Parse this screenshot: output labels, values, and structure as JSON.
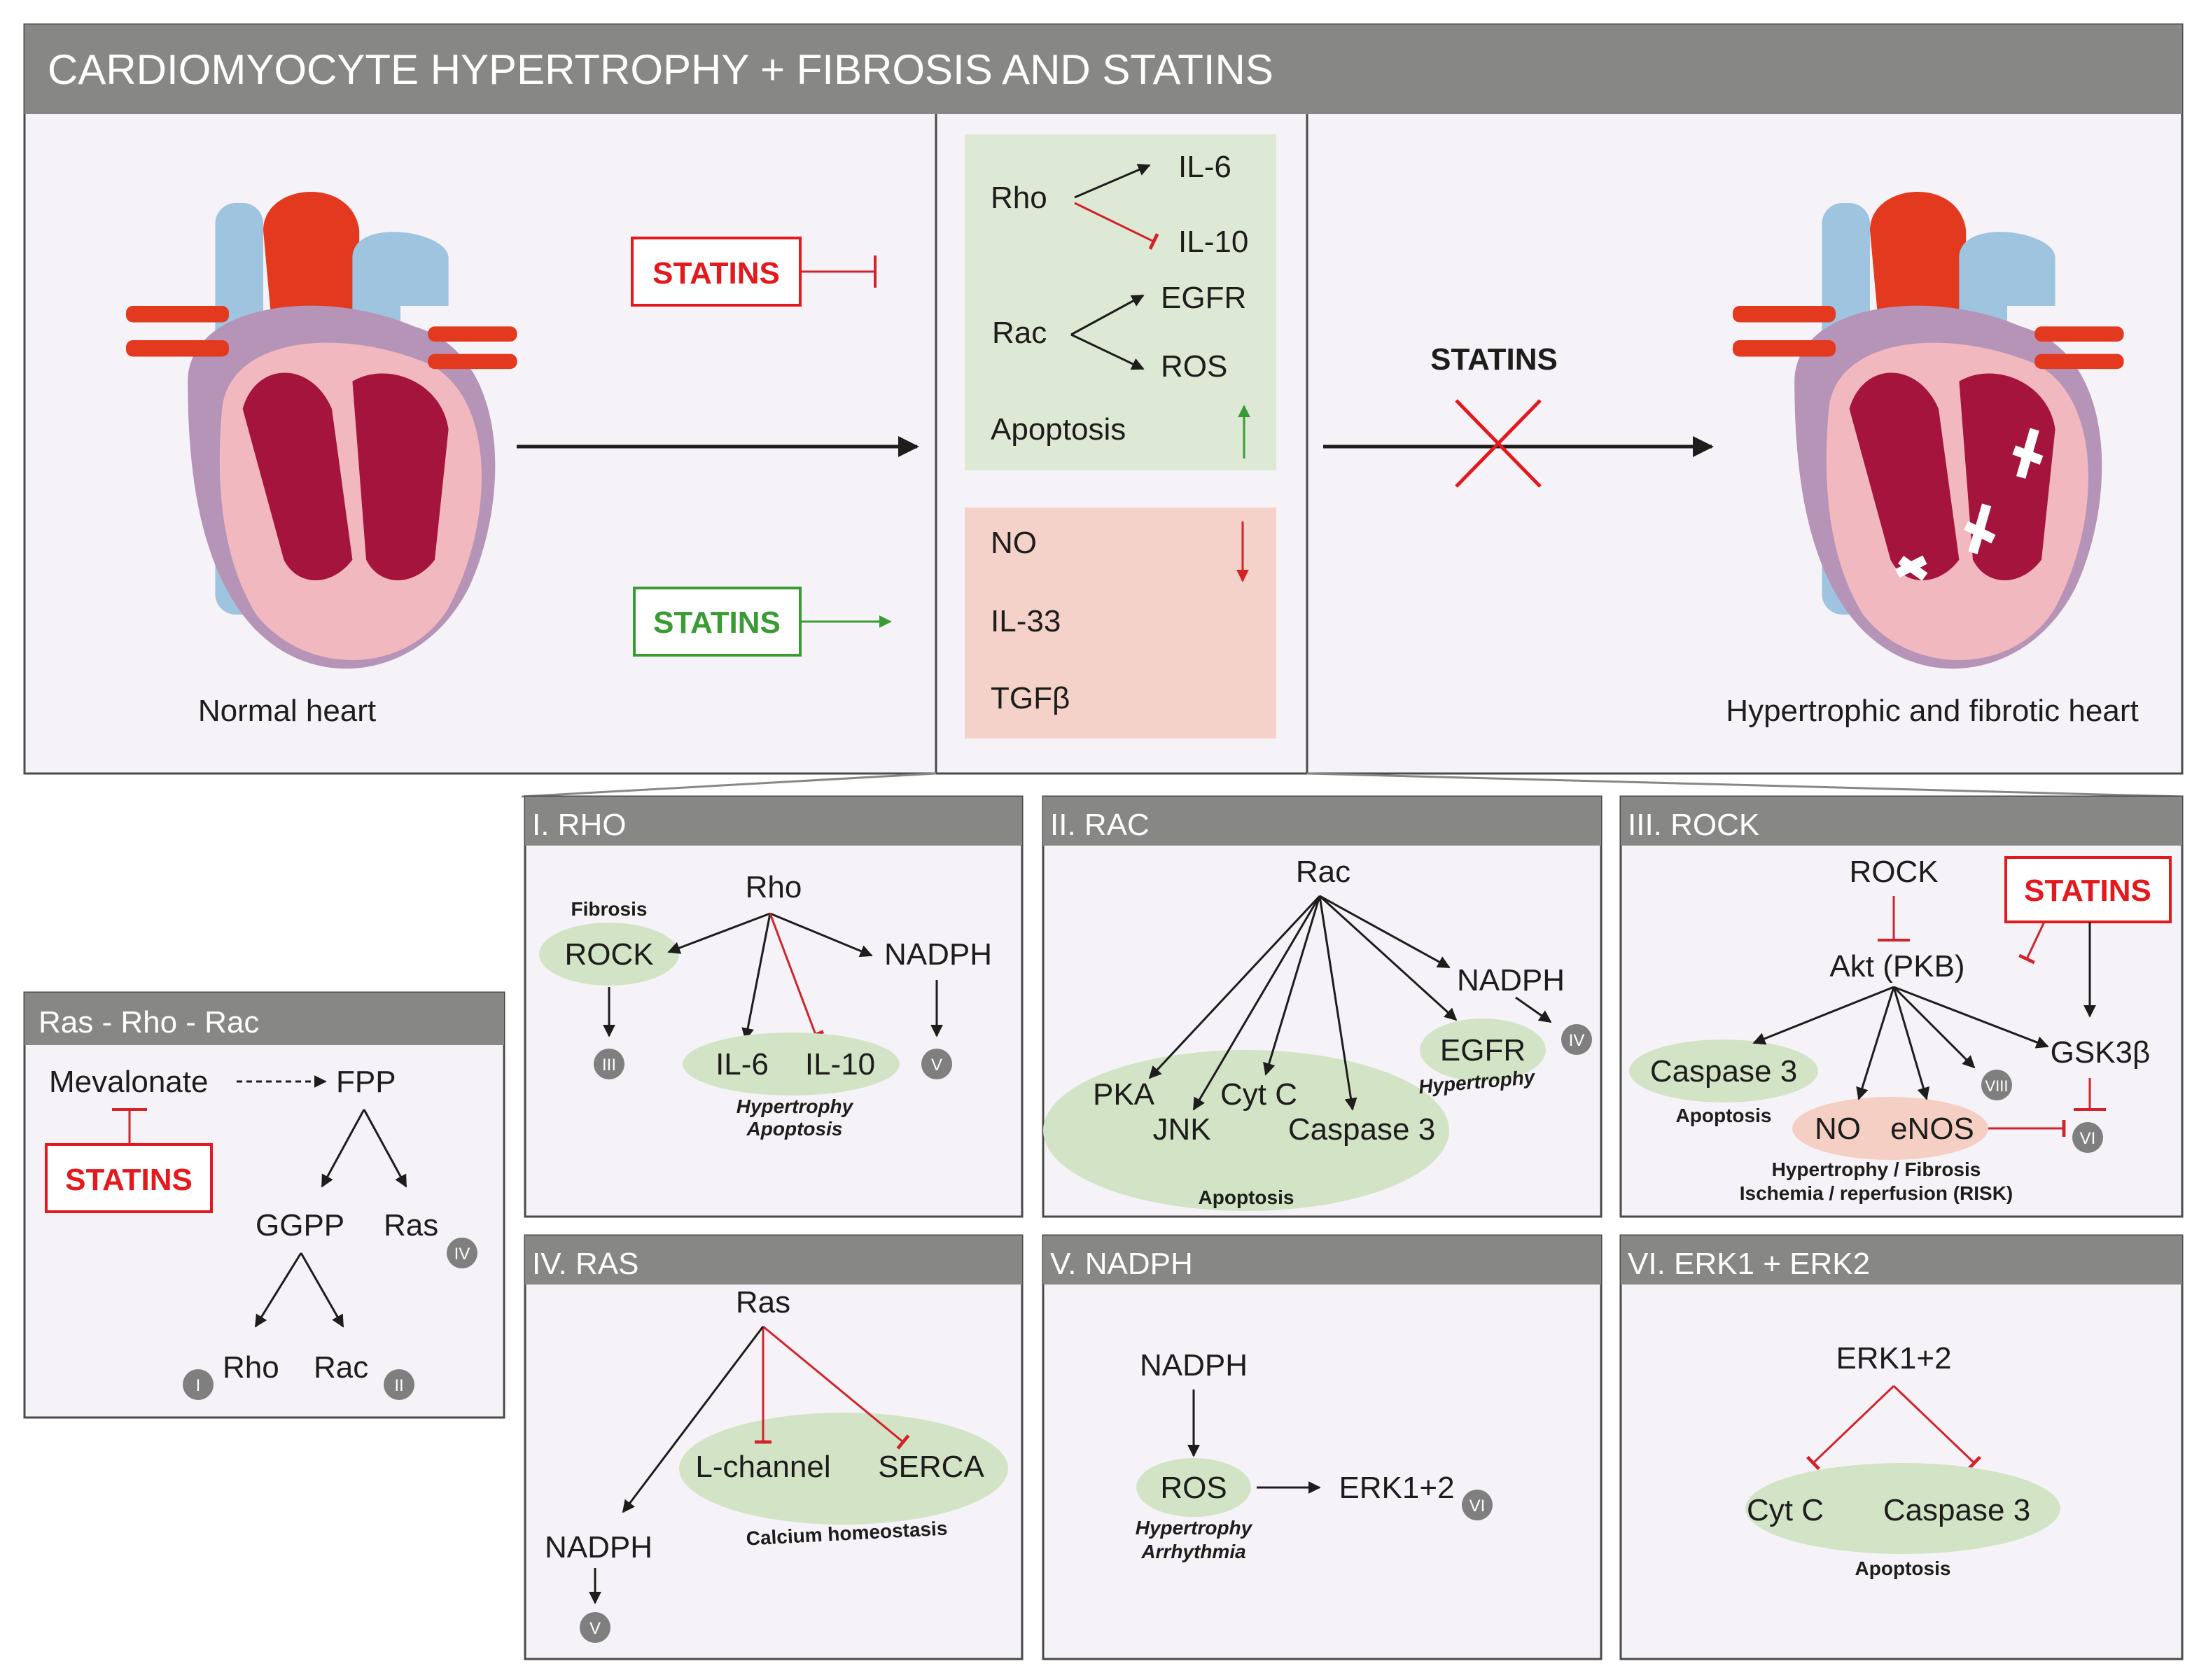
{
  "title": "CARDIOMYOCYTE HYPERTROPHY + FIBROSIS AND STATINS",
  "colors": {
    "header": "#878786",
    "panel_bg": "#f6f3f8",
    "green_box": "#dde9d5",
    "red_box": "#f5d2c9",
    "ellipse_green": "#d3e4c6",
    "ellipse_red": "#f5cfc4",
    "statins_red": "#e3191d",
    "statins_green": "#3a9b35",
    "inhibit_red": "#d2232a",
    "badge": "#7f7f7f"
  },
  "top": {
    "normal_heart": "Normal heart",
    "fibrotic_heart": "Hypertrophic and fibrotic heart",
    "statins_inhibit": "STATINS",
    "statins_activate": "STATINS",
    "statins_center": "STATINS",
    "green_box": {
      "rho": "Rho",
      "il6": "IL-6",
      "il10": "IL-10",
      "rac": "Rac",
      "egfr": "EGFR",
      "ros": "ROS",
      "apoptosis": "Apoptosis"
    },
    "red_box": {
      "no": "NO",
      "il33": "IL-33",
      "tgfb": "TGFβ"
    }
  },
  "ras_rho_rac": {
    "title": "Ras - Rho - Rac",
    "mevalonate": "Mevalonate",
    "fpp": "FPP",
    "statins": "STATINS",
    "ggpp": "GGPP",
    "ras": "Ras",
    "rho": "Rho",
    "rac": "Rac",
    "badge_ras": "IV",
    "badge_rho": "I",
    "badge_rac": "II"
  },
  "rho_panel": {
    "title": "I. RHO",
    "rho": "Rho",
    "fibrosis": "Fibrosis",
    "rock": "ROCK",
    "nadph": "NADPH",
    "il6": "IL-6",
    "il10": "IL-10",
    "hypertrophy": "Hypertrophy",
    "apoptosis": "Apoptosis",
    "badge_rock": "III",
    "badge_nadph": "V"
  },
  "rac_panel": {
    "title": "II. RAC",
    "rac": "Rac",
    "nadph": "NADPH",
    "egfr": "EGFR",
    "hypertrophy": "Hypertrophy",
    "pka": "PKA",
    "cytc": "Cyt C",
    "jnk": "JNK",
    "caspase3": "Caspase 3",
    "apoptosis": "Apoptosis",
    "badge_nadph": "IV"
  },
  "rock_panel": {
    "title": "III. ROCK",
    "rock": "ROCK",
    "statins": "STATINS",
    "akt": "Akt (PKB)",
    "caspase3": "Caspase 3",
    "apoptosis": "Apoptosis",
    "no": "NO",
    "enos": "eNOS",
    "gsk": "GSK3β",
    "line1": "Hypertrophy / Fibrosis",
    "line2": "Ischemia / reperfusion (RISK)",
    "badge_viii": "VIII",
    "badge_vi": "VI"
  },
  "ras_panel": {
    "title": "IV. RAS",
    "ras": "Ras",
    "lchannel": "L-channel",
    "serca": "SERCA",
    "calcium": "Calcium homeostasis",
    "nadph": "NADPH",
    "badge_v": "V"
  },
  "nadph_panel": {
    "title": "V. NADPH",
    "nadph": "NADPH",
    "ros": "ROS",
    "erk": "ERK1+2",
    "hypertrophy": "Hypertrophy",
    "arrhythmia": "Arrhythmia",
    "badge_vi": "VI"
  },
  "erk_panel": {
    "title": "VI. ERK1 + ERK2",
    "erk": "ERK1+2",
    "cytc": "Cyt C",
    "caspase3": "Caspase 3",
    "apoptosis": "Apoptosis"
  }
}
